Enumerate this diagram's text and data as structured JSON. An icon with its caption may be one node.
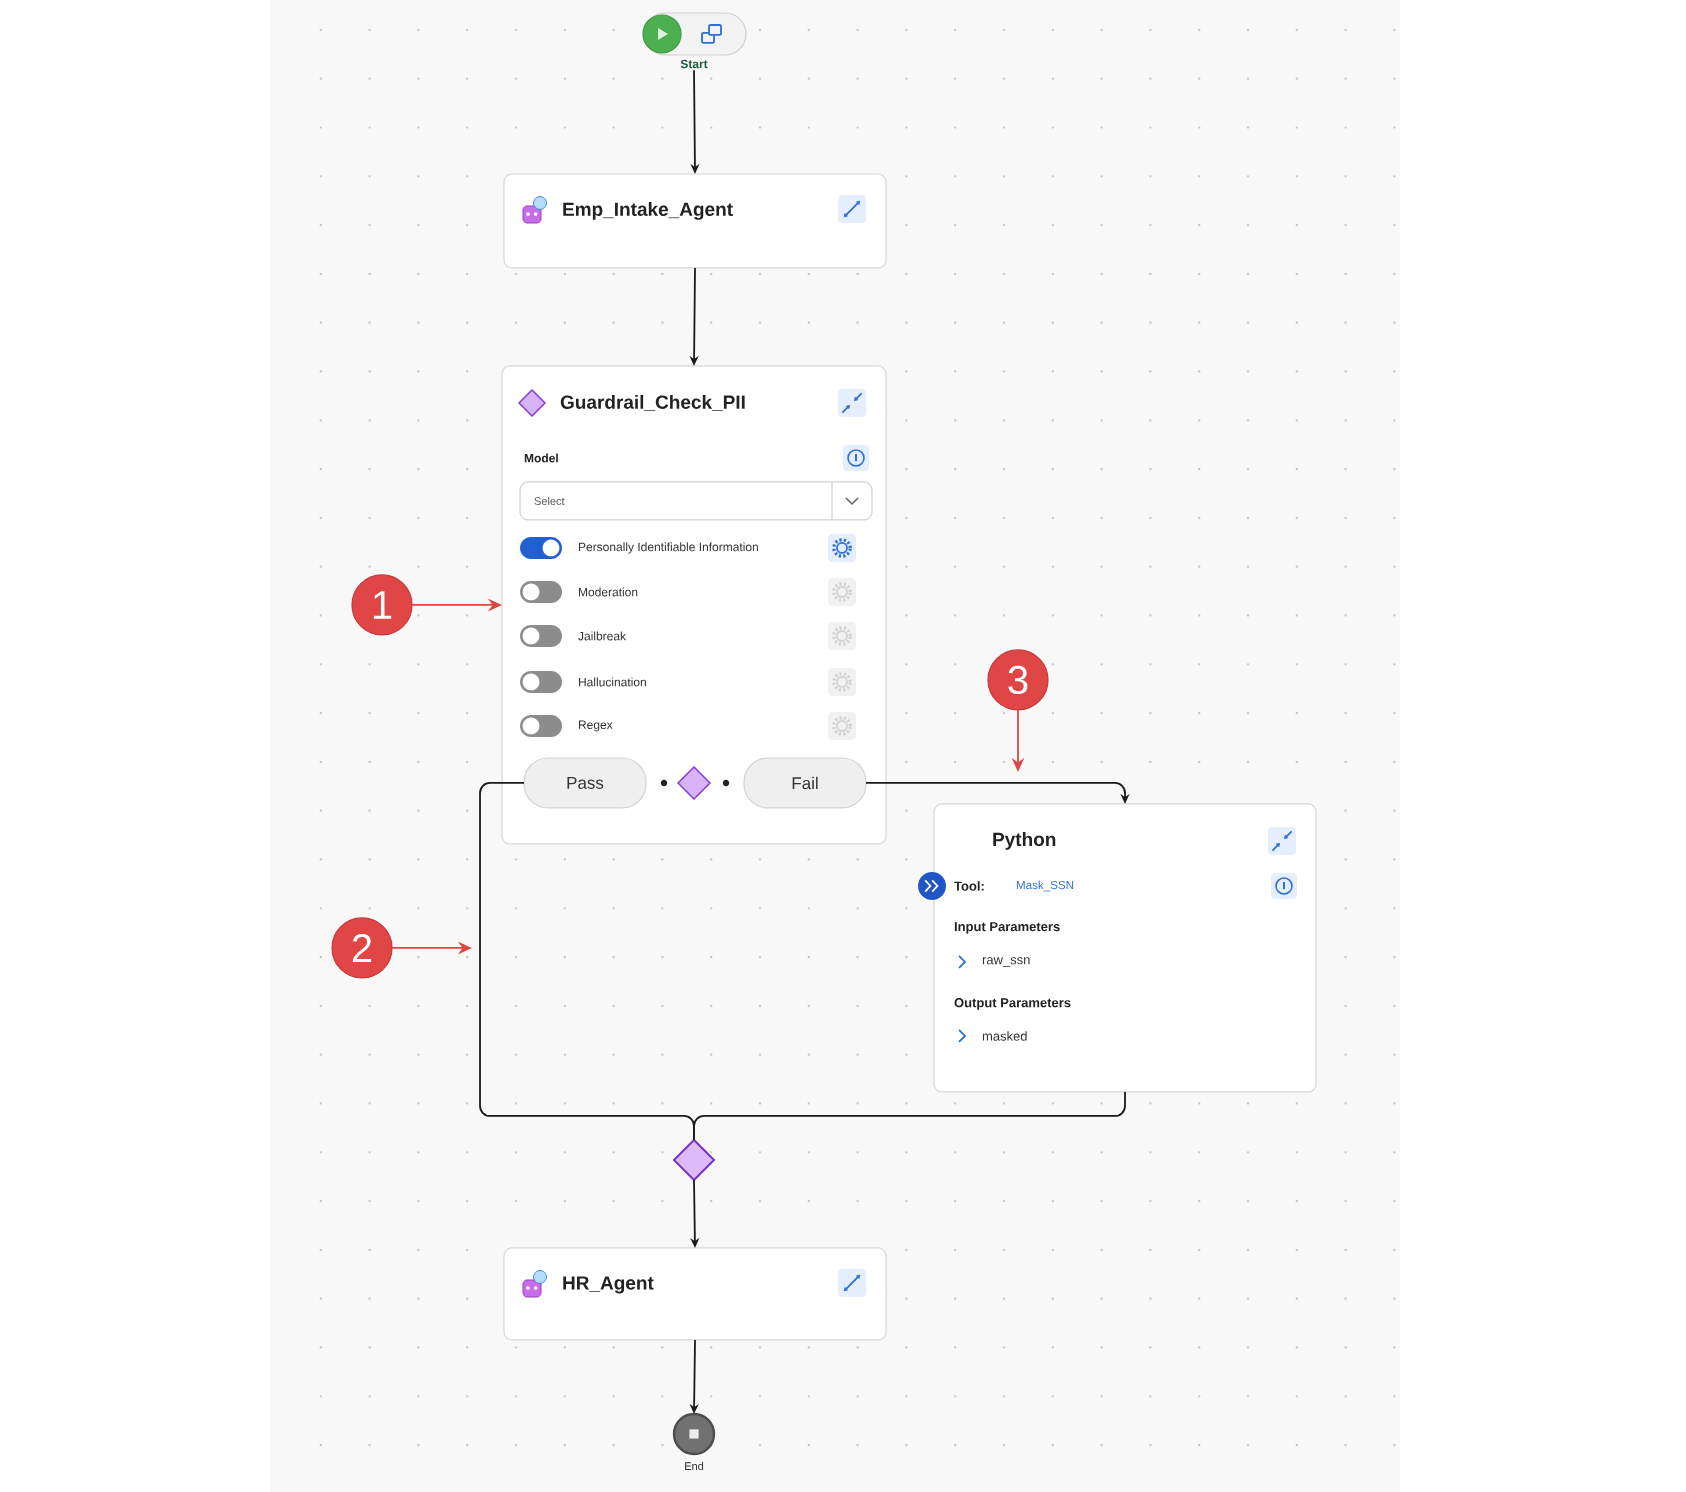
{
  "diagram": {
    "nodes": [
      {
        "text": [
          "Start"
        ]
      },
      {
        "text": [
          "Emp_Intake_Agent"
        ]
      },
      {
        "text": [
          "Guardrail_Check_PII",
          "Model",
          "Personally Identifiable Information",
          "Moderation",
          "Jailbreak",
          "Hallucination",
          "Regex"
        ]
      },
      {
        "text": [
          "Select"
        ],
        "in": 2
      },
      {
        "text": [
          "Pass"
        ],
        "in": 2
      },
      {
        "text": [
          "Fail"
        ],
        "in": 2
      },
      {
        "text": [
          "Python",
          "Tool:",
          "Mask_SSN",
          "Input Parameters",
          "raw_ssn",
          "Output Parameters",
          "masked"
        ]
      },
      {
        "text": [],
        "shape": "diamond"
      },
      {
        "text": [
          "HR_Agent"
        ]
      },
      {
        "text": [
          "End"
        ]
      },
      {
        "text": [
          "1"
        ]
      },
      {
        "text": [
          "2"
        ]
      },
      {
        "text": [
          "3"
        ]
      }
    ],
    "edges": [
      {
        "from": 0,
        "to": 1,
        "arrow": "to"
      },
      {
        "from": 1,
        "to": 2,
        "arrow": "to"
      },
      {
        "from": 4,
        "to": 7,
        "arrow": "none"
      },
      {
        "from": 5,
        "to": 6,
        "arrow": "to"
      },
      {
        "from": 6,
        "to": 7,
        "arrow": "none"
      },
      {
        "from": 7,
        "to": 8,
        "arrow": "to"
      },
      {
        "from": 8,
        "to": 9,
        "arrow": "to"
      },
      {
        "from": 10,
        "to": 2,
        "arrow": "to",
        "color": "#e04646"
      },
      {
        "from": 11,
        "to": null,
        "arrow": "to",
        "color": "#e04646"
      },
      {
        "from": 12,
        "to": null,
        "arrow": "to",
        "color": "#e04646"
      }
    ]
  }
}
